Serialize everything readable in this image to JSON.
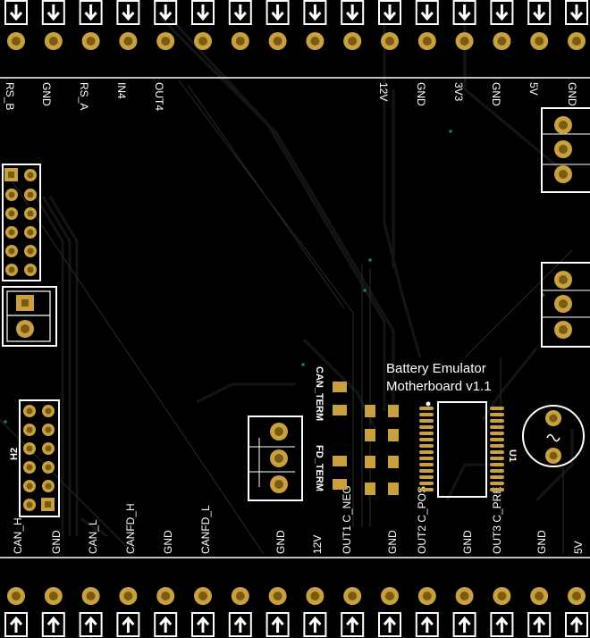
{
  "board": {
    "title_line1": "Battery Emulator",
    "title_line2": "Motherboard v1.1",
    "colors": {
      "background": "#000000",
      "silkscreen": "#ffffff",
      "copper_pad": "#c8a040",
      "pad_hole": "#7a5c10",
      "trace": "#141414",
      "via": "#1a7a70"
    }
  },
  "top_header": {
    "labels": [
      "RS_B",
      "GND",
      "RS_A",
      "IN4",
      "OUT4",
      "12V",
      "GND",
      "3V3",
      "GND",
      "5V",
      "GND"
    ]
  },
  "bottom_header": {
    "labels": [
      "CAN_H",
      "GND",
      "CAN_L",
      "CANFD_H",
      "GND",
      "CANFD_L",
      "GND",
      "12V",
      "OUT1 C_NEG",
      "GND",
      "OUT2 C_POS",
      "GND",
      "OUT3 C_PRE",
      "GND",
      "5V"
    ]
  },
  "components": {
    "h2_label": "H2",
    "u1_label": "U1",
    "can_term_label": "CAN_TERM",
    "fd_term_label": "FD_TERM"
  }
}
